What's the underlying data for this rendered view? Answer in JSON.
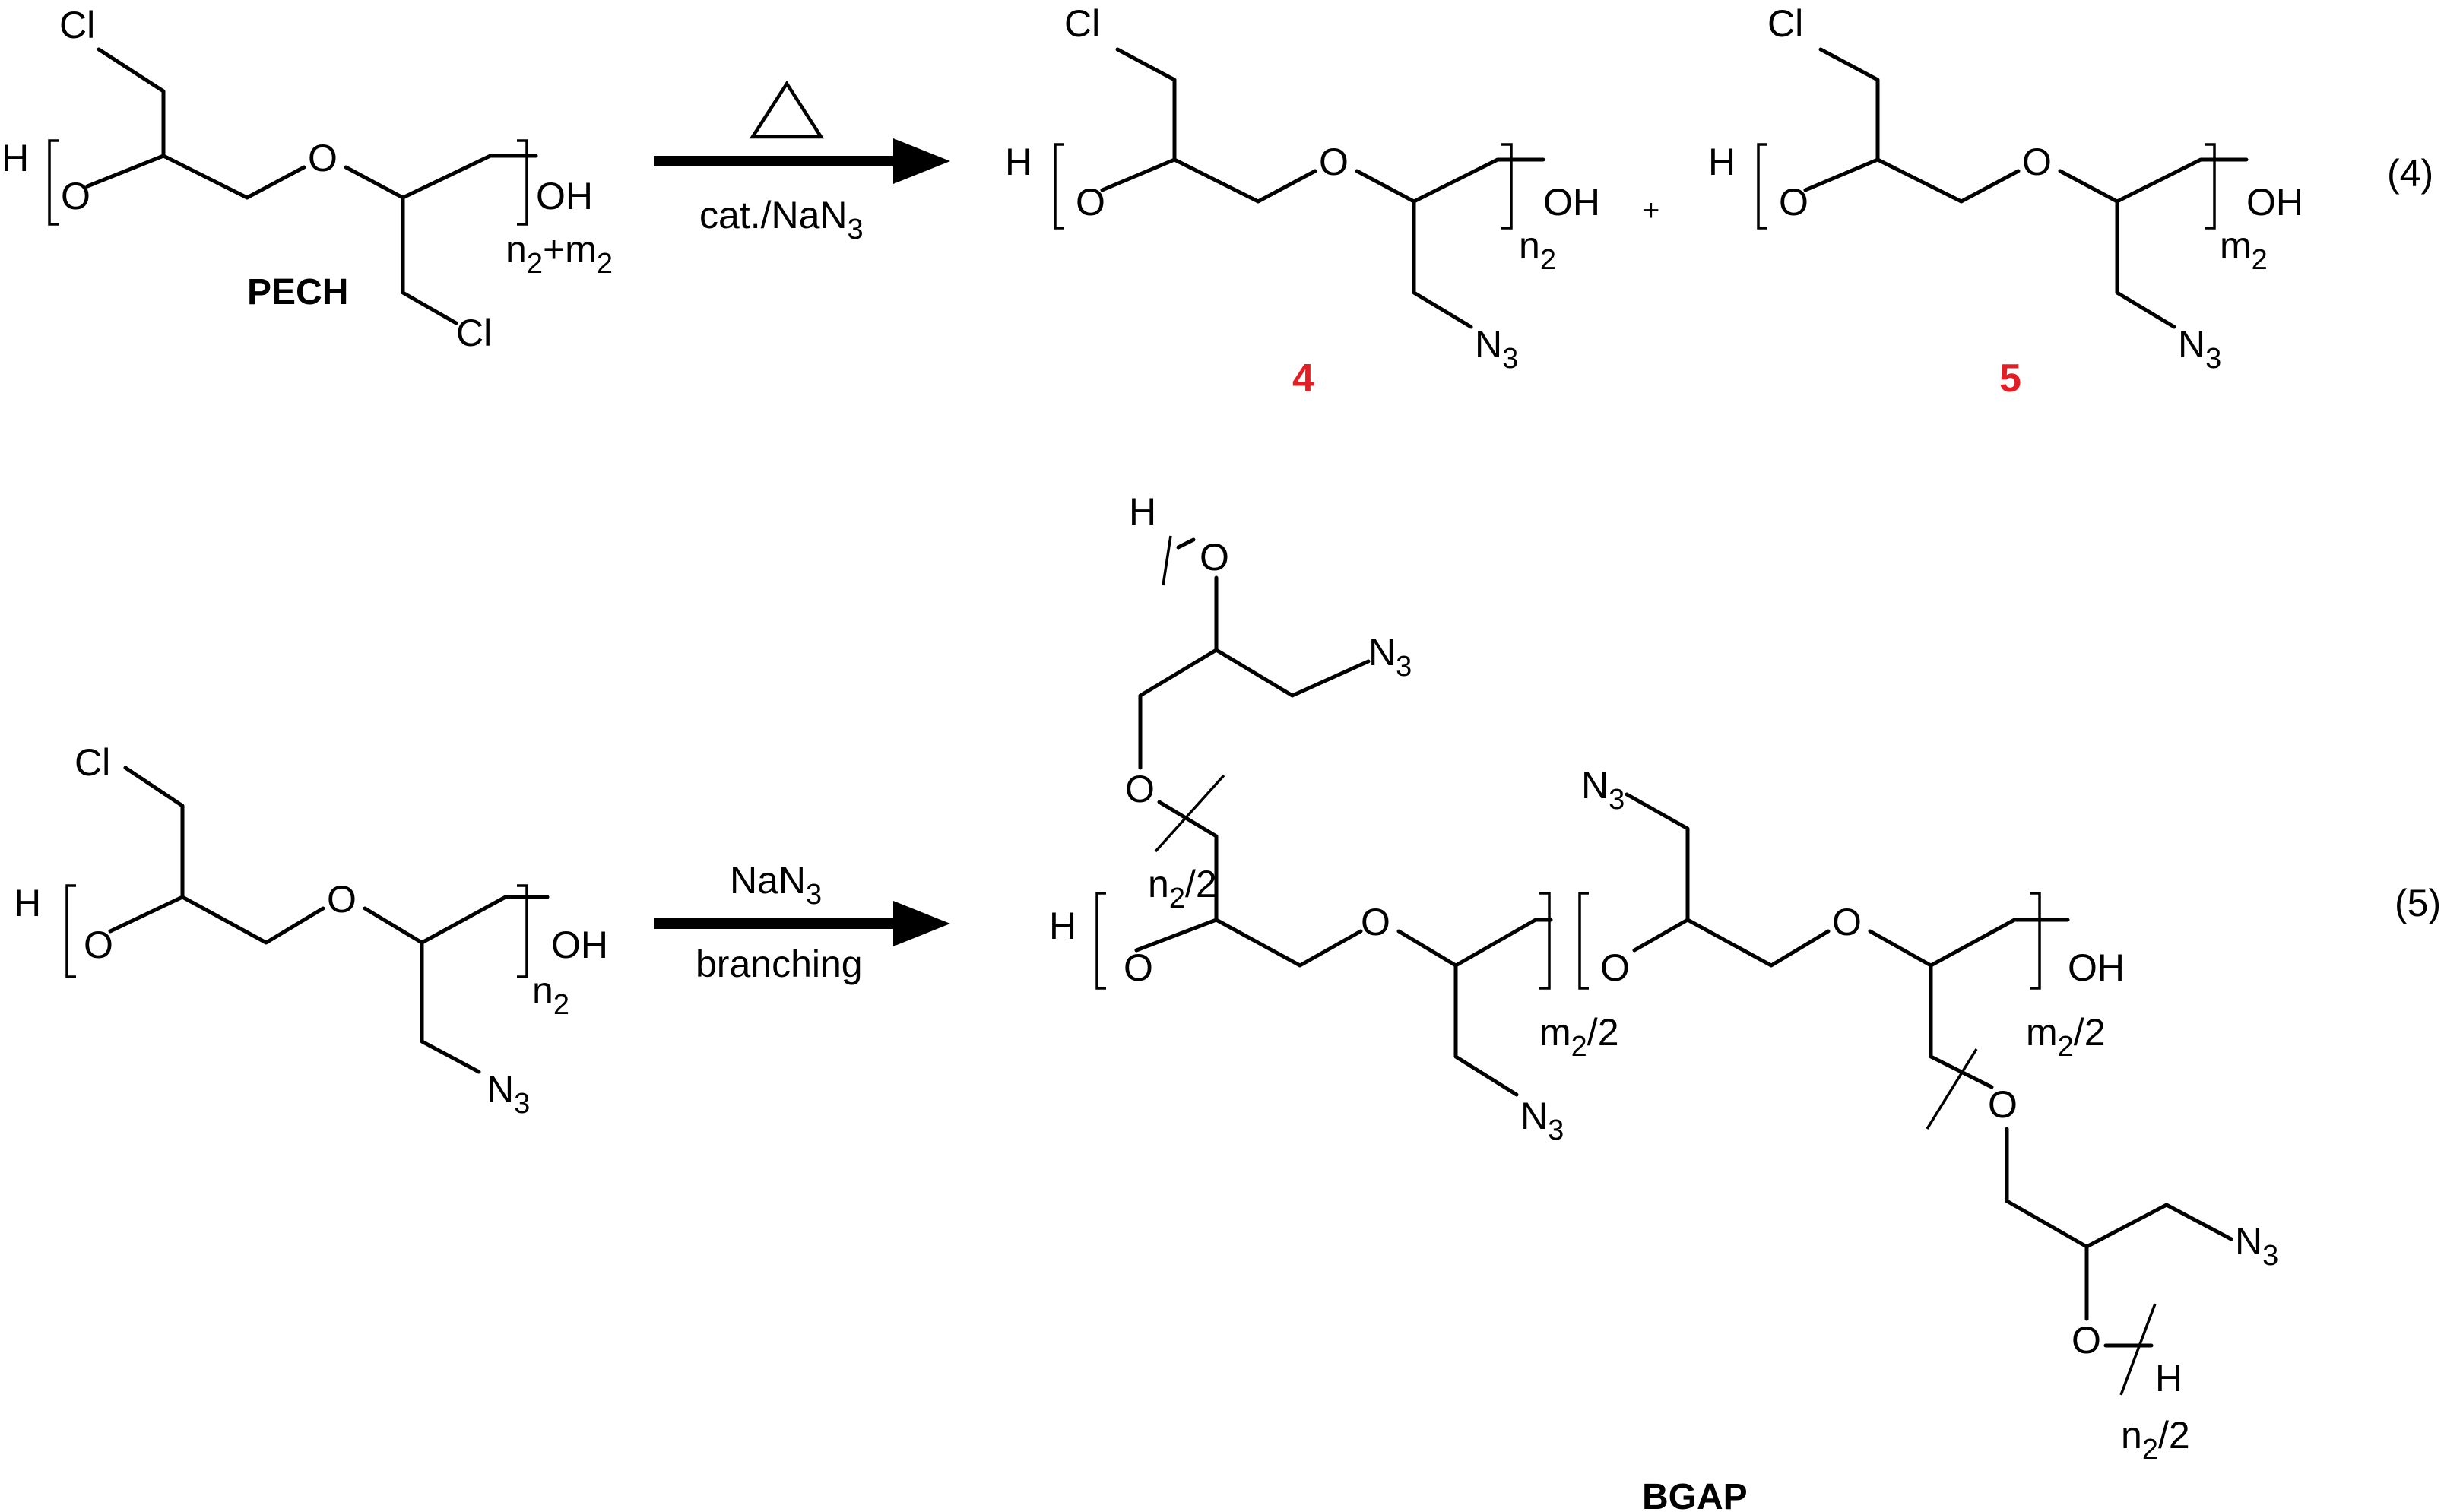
{
  "reaction4": {
    "reactant_name": "PECH",
    "reactant_repeat": "n",
    "reactant_repeat_sub": "2",
    "reactant_repeat_plus": "+m",
    "reactant_repeat_sub2": "2",
    "reagent": "cat./NaN",
    "reagent_sub": "3",
    "product1_label": "4",
    "product1_repeat": "n",
    "product1_repeat_sub": "2",
    "product2_label": "5",
    "product2_repeat": "m",
    "product2_repeat_sub": "2",
    "plus": "+",
    "equation_number": "(4)"
  },
  "reaction5": {
    "reactant_repeat": "n",
    "reactant_repeat_sub": "2",
    "reagent_top": "NaN",
    "reagent_top_sub": "3",
    "reagent_bottom": "branching",
    "product_name": "BGAP",
    "branch_top_repeat": "n",
    "branch_top_repeat_sub": "2",
    "branch_top_repeat_suffix": "/2",
    "backbone_repeat1": "m",
    "backbone_repeat1_sub": "2",
    "backbone_repeat1_suffix": "/2",
    "backbone_repeat2": "m",
    "backbone_repeat2_sub": "2",
    "backbone_repeat2_suffix": "/2",
    "branch_bottom_repeat": "n",
    "branch_bottom_repeat_sub": "2",
    "branch_bottom_repeat_suffix": "/2",
    "equation_number": "(5)"
  },
  "atoms": {
    "cl": "Cl",
    "o": "O",
    "oh": "OH",
    "h": "H",
    "n": "N",
    "n_sub": "3"
  }
}
